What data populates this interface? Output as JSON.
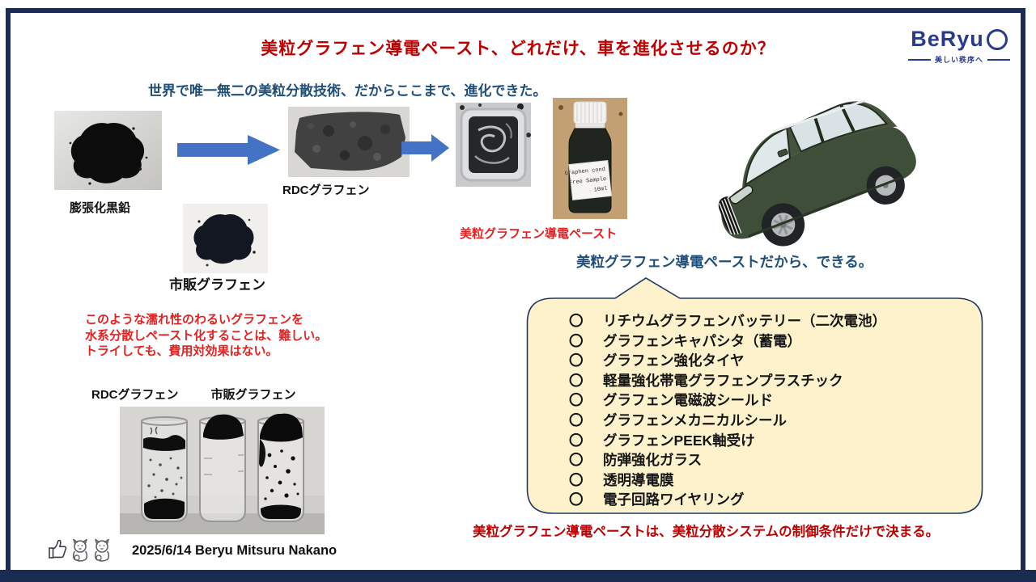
{
  "slide": {
    "title": "美粒グラフェン導電ペースト、どれだけ、車を進化させるのか？",
    "subtitle": "世界で唯一無二の美粒分散技術、だからここまで、進化できた。",
    "footer_date": "2025/6/14 Beryu Mitsuru Nakano"
  },
  "logo": {
    "brand": "BeRyu",
    "tagline": "美しい秩序へ"
  },
  "process": {
    "label_expanded_graphite": "膨張化黒鉛",
    "label_rdc_graphene": "RDCグラフェン",
    "label_market_graphene": "市販グラフェン",
    "label_paste": "美粒グラフェン導電ペースト",
    "bottle_label_line1": "Graphen cond",
    "bottle_label_line2": "Free Sample",
    "bottle_label_line3": "10ml"
  },
  "warning": {
    "line1": "このような濡れ性のわるいグラフェンを",
    "line2": "水系分散しペースト化することは、難しい。",
    "line3": "トライしても、費用対効果はない。"
  },
  "comparison": {
    "label_left": "RDCグラフェン",
    "label_right": "市販グラフェン"
  },
  "bubble": {
    "caption": "美粒グラフェン導電ペーストだから、できる。",
    "marker": "〇",
    "items": [
      "リチウムグラフェンバッテリー（二次電池）",
      "グラフェンキャパシタ（蓄電）",
      "グラフェン強化タイヤ",
      "軽量強化帯電グラフェンプラスチック",
      "グラフェン電磁波シールド",
      "グラフェンメカニカルシール",
      "グラフェンPEEK軸受け",
      "防弾強化ガラス",
      "透明導電膜",
      "電子回路ワイヤリング"
    ],
    "conclusion": "美粒グラフェン導電ペーストは、美粒分散システムの制御条件だけで決まる。"
  },
  "icons": {
    "thumbs_up": "thumbs-up-icon",
    "maneki_neko": "maneki-neko-icon"
  },
  "colors": {
    "accent_red_dark": "#c00000",
    "accent_red_bright": "#e32222",
    "accent_blue": "#1f4e79",
    "arrow_blue": "#4472c4",
    "frame_navy": "#1b2c52",
    "logo_navy": "#283a8c",
    "bubble_bg": "#fdf2cc",
    "bubble_border": "#1f3864",
    "car_green": "#3e4e39"
  }
}
